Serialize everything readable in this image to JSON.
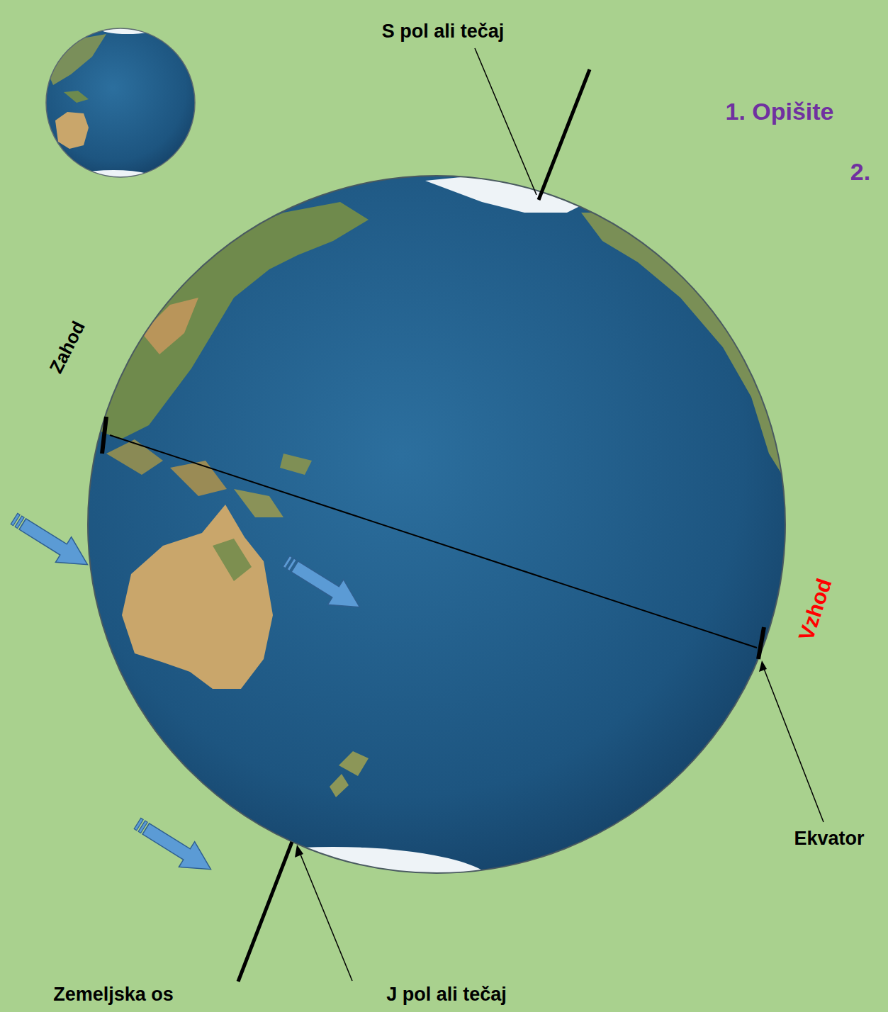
{
  "diagram": {
    "labels": [
      "S pol ali tečaj",
      "1. Opišite",
      "2.",
      "Zahod",
      "Vzhod",
      "Ekvator",
      "Zemeljska os",
      "J pol ali tečaj"
    ]
  }
}
